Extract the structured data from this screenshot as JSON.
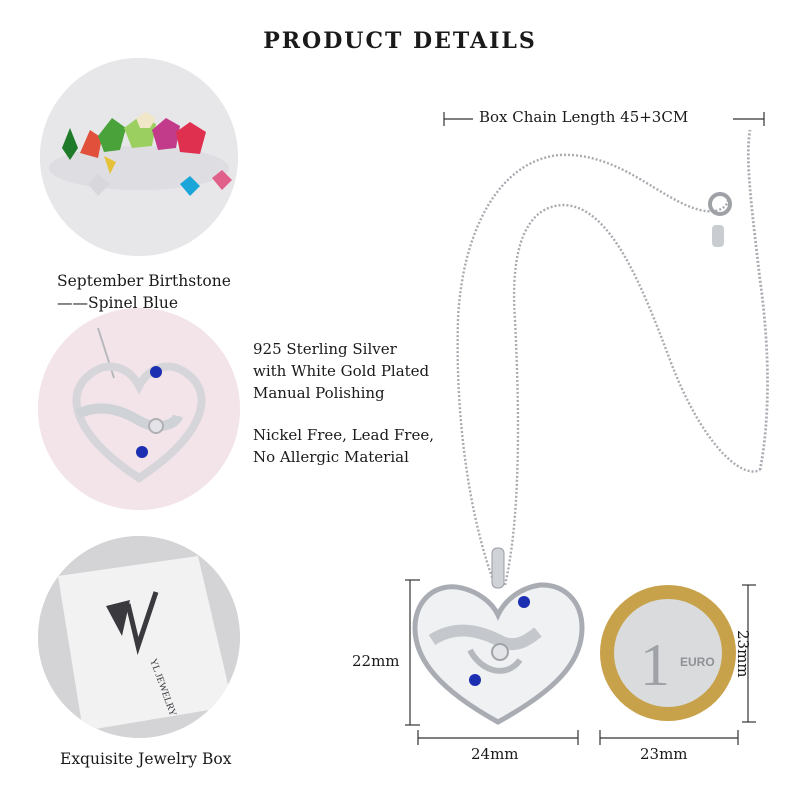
{
  "title": "PRODUCT DETAILS",
  "features": [
    {
      "caption_line1": "September Birthstone",
      "caption_line2": "——Spinel Blue"
    },
    {
      "spec_lines": [
        "925 Sterling Silver",
        "with White Gold Plated",
        "Manual Polishing"
      ],
      "spec_lines2": [
        "Nickel Free, Lead Free,",
        "No Allergic Material"
      ]
    },
    {
      "caption_line1": "Exquisite Jewelry Box",
      "box_brand": "YL JEWELRY"
    }
  ],
  "chain_length": "Box Chain Length 45+3CM",
  "dimensions": {
    "pendant_height": "22mm",
    "pendant_width": "24mm",
    "coin_width": "23mm",
    "coin_height": "23mm"
  },
  "coin_text": "EURO",
  "colors": {
    "stone_blue": "#1c2fb0",
    "silver": "#c9cdd2",
    "gold": "#c8a24a"
  }
}
